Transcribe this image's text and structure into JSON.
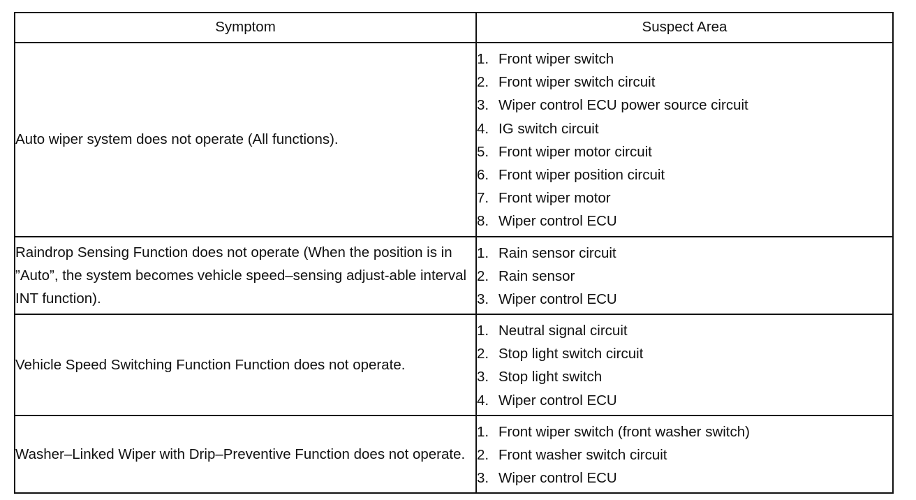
{
  "table": {
    "headers": {
      "symptom": "Symptom",
      "suspect_area": "Suspect Area"
    },
    "rows": [
      {
        "symptom": "Auto wiper system does not operate (All functions).",
        "areas": [
          {
            "num": "1.",
            "text": "Front wiper switch"
          },
          {
            "num": "2.",
            "text": "Front wiper switch circuit"
          },
          {
            "num": "3.",
            "text": "Wiper control ECU power source circuit"
          },
          {
            "num": "4.",
            "text": "IG switch circuit"
          },
          {
            "num": "5.",
            "text": "Front wiper motor circuit"
          },
          {
            "num": "6.",
            "text": "Front wiper position circuit"
          },
          {
            "num": "7.",
            "text": "Front wiper motor"
          },
          {
            "num": "8.",
            "text": "Wiper control ECU"
          }
        ]
      },
      {
        "symptom": "Raindrop Sensing Function does not operate (When the position is in ”Auto”, the system becomes vehicle speed–sensing adjust-able interval INT function).",
        "areas": [
          {
            "num": "1.",
            "text": "Rain sensor circuit"
          },
          {
            "num": "2.",
            "text": "Rain sensor"
          },
          {
            "num": "3.",
            "text": "Wiper control ECU"
          }
        ]
      },
      {
        "symptom": "Vehicle Speed Switching Function Function does not operate.",
        "areas": [
          {
            "num": "1.",
            "text": "Neutral signal circuit"
          },
          {
            "num": "2.",
            "text": "Stop light switch circuit"
          },
          {
            "num": "3.",
            "text": "Stop light switch"
          },
          {
            "num": "4.",
            "text": "Wiper control ECU"
          }
        ]
      },
      {
        "symptom": "Washer–Linked Wiper with Drip–Preventive Function does not operate.",
        "areas": [
          {
            "num": "1.",
            "text": "Front wiper switch (front washer switch)"
          },
          {
            "num": "2.",
            "text": "Front washer switch circuit"
          },
          {
            "num": "3.",
            "text": "Wiper control ECU"
          }
        ]
      }
    ]
  }
}
